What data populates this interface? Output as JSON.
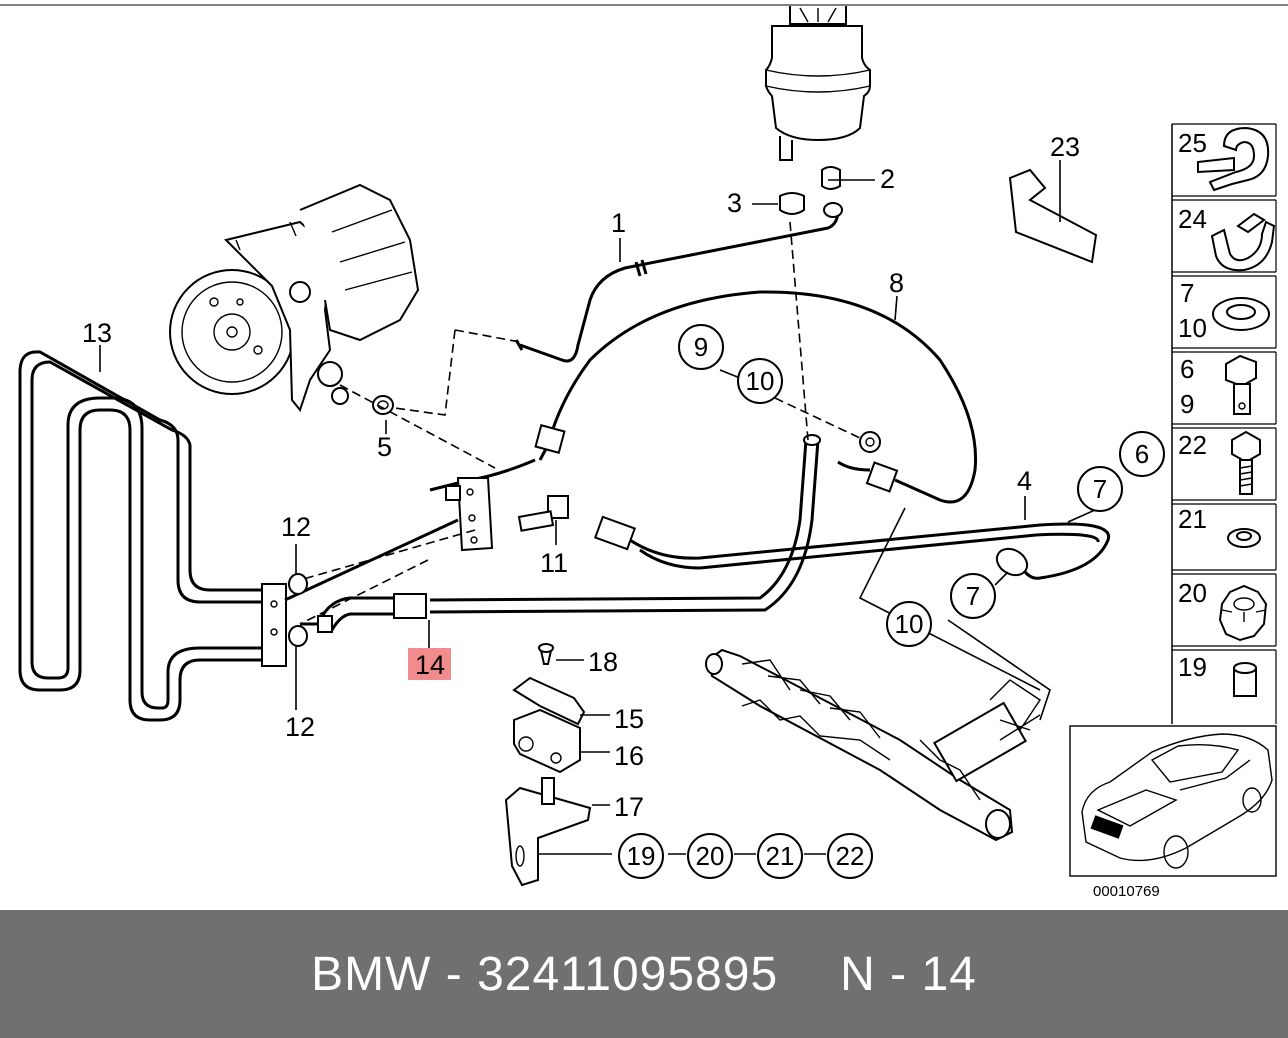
{
  "callouts": {
    "c1": "1",
    "c2": "2",
    "c3": "3",
    "c4": "4",
    "c5": "5",
    "c6": "6",
    "c8": "8",
    "c11": "11",
    "c12a": "12",
    "c12b": "12",
    "c13": "13",
    "c14": "14",
    "c15": "15",
    "c16": "16",
    "c17": "17",
    "c18": "18",
    "c23": "23"
  },
  "circled": {
    "n9": "9",
    "n10a": "10",
    "n10b": "10",
    "n7a": "7",
    "n7b": "7",
    "n19": "19",
    "n20": "20",
    "n21": "21",
    "n22": "22"
  },
  "side_parts": [
    {
      "labels": [
        "25"
      ]
    },
    {
      "labels": [
        "24"
      ]
    },
    {
      "labels": [
        "7",
        "10"
      ]
    },
    {
      "labels": [
        "6",
        "9"
      ]
    },
    {
      "labels": [
        "22"
      ]
    },
    {
      "labels": [
        "21"
      ]
    },
    {
      "labels": [
        "20"
      ]
    },
    {
      "labels": [
        "19"
      ]
    }
  ],
  "reference_code": "00010769",
  "highlight_color": "#f28b8b",
  "footer": {
    "brand_part": "BMW - 32411095895",
    "position": "N - 14"
  }
}
